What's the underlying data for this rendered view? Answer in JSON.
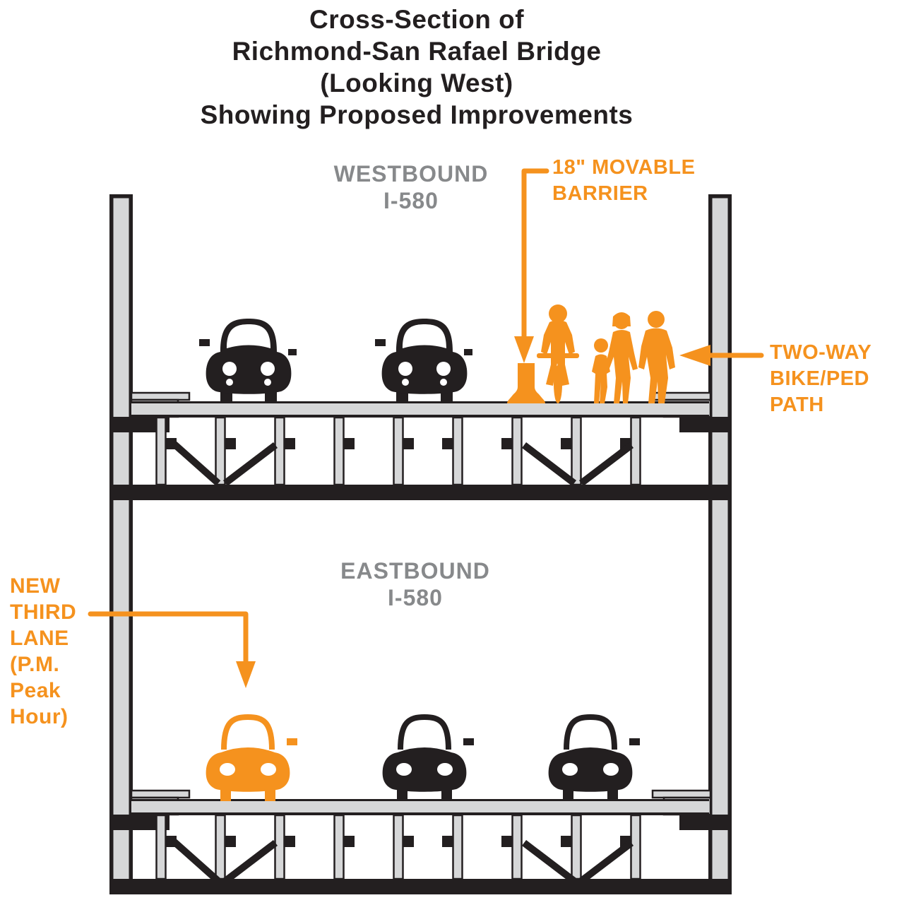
{
  "title": {
    "lines": [
      "Cross-Section of",
      "Richmond-San Rafael Bridge",
      "(Looking West)",
      "Showing Proposed Improvements"
    ]
  },
  "deck_labels": {
    "westbound": {
      "road": "WESTBOUND",
      "route": "I-580"
    },
    "eastbound": {
      "road": "EASTBOUND",
      "route": "I-580"
    }
  },
  "annotations": {
    "movable_barrier": {
      "lines": [
        "18\" MOVABLE",
        "BARRIER"
      ]
    },
    "bike_ped_path": {
      "lines": [
        "TWO-WAY",
        "BIKE/PED",
        "PATH"
      ]
    },
    "new_third_lane": {
      "lines": [
        "NEW",
        "THIRD",
        "LANE",
        "(P.M.",
        "Peak",
        "Hour)"
      ]
    }
  },
  "colors": {
    "accent_orange": "#F5921E",
    "label_gray": "#87898B",
    "structure_gray": "#D6D7D8",
    "ink_black": "#231F20",
    "background": "#FFFFFF"
  }
}
